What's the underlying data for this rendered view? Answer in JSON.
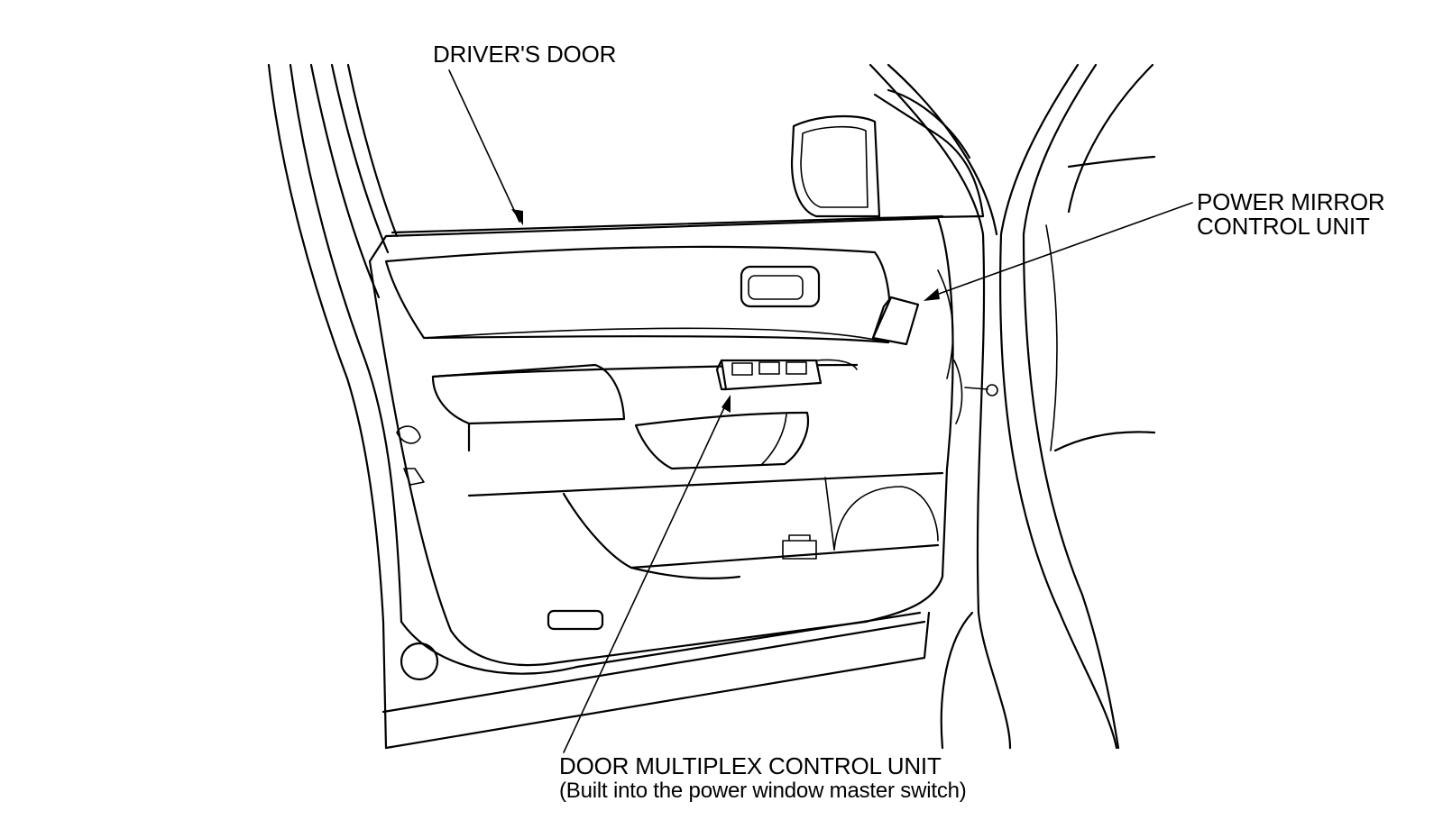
{
  "labels": {
    "drivers_door": "DRIVER'S DOOR",
    "power_mirror_line1": "POWER MIRROR",
    "power_mirror_line2": "CONTROL UNIT",
    "door_multiplex_line1": "DOOR MULTIPLEX CONTROL UNIT",
    "door_multiplex_line2": "(Built into the power window master switch)"
  }
}
